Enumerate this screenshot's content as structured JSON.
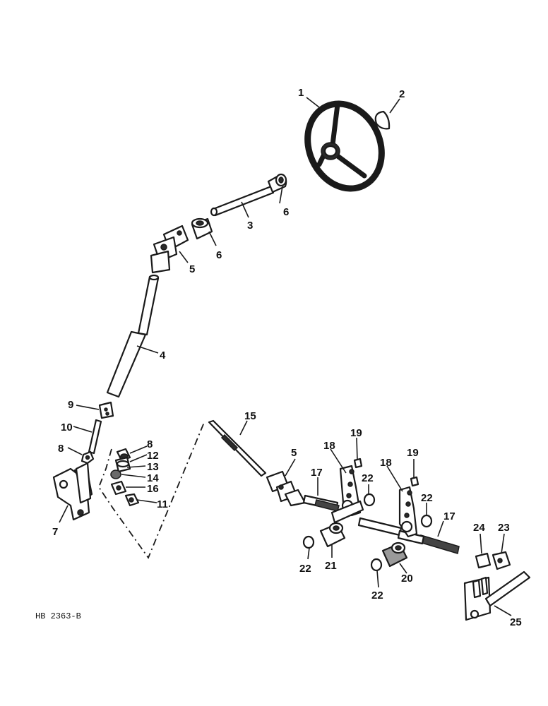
{
  "drawing_id": "HB 2363-B",
  "callouts": [
    {
      "id": "c1",
      "text": "1"
    },
    {
      "id": "c2",
      "text": "2"
    },
    {
      "id": "c3",
      "text": "3"
    },
    {
      "id": "c6a",
      "text": "6"
    },
    {
      "id": "c6b",
      "text": "6"
    },
    {
      "id": "c5a",
      "text": "5"
    },
    {
      "id": "c4",
      "text": "4"
    },
    {
      "id": "c9",
      "text": "9"
    },
    {
      "id": "c10",
      "text": "10"
    },
    {
      "id": "c8a",
      "text": "8"
    },
    {
      "id": "c8b",
      "text": "8"
    },
    {
      "id": "c12",
      "text": "12"
    },
    {
      "id": "c13",
      "text": "13"
    },
    {
      "id": "c14",
      "text": "14"
    },
    {
      "id": "c16",
      "text": "16"
    },
    {
      "id": "c11",
      "text": "11"
    },
    {
      "id": "c7",
      "text": "7"
    },
    {
      "id": "c15",
      "text": "15"
    },
    {
      "id": "c5b",
      "text": "5"
    },
    {
      "id": "c18a",
      "text": "18"
    },
    {
      "id": "c19a",
      "text": "19"
    },
    {
      "id": "c17a",
      "text": "17"
    },
    {
      "id": "c22a",
      "text": "22"
    },
    {
      "id": "c18b",
      "text": "18"
    },
    {
      "id": "c19b",
      "text": "19"
    },
    {
      "id": "c22b",
      "text": "22"
    },
    {
      "id": "c17b",
      "text": "17"
    },
    {
      "id": "c24",
      "text": "24"
    },
    {
      "id": "c23",
      "text": "23"
    },
    {
      "id": "c22c",
      "text": "22"
    },
    {
      "id": "c21",
      "text": "21"
    },
    {
      "id": "c20",
      "text": "20"
    },
    {
      "id": "c22d",
      "text": "22"
    },
    {
      "id": "c25",
      "text": "25"
    }
  ]
}
